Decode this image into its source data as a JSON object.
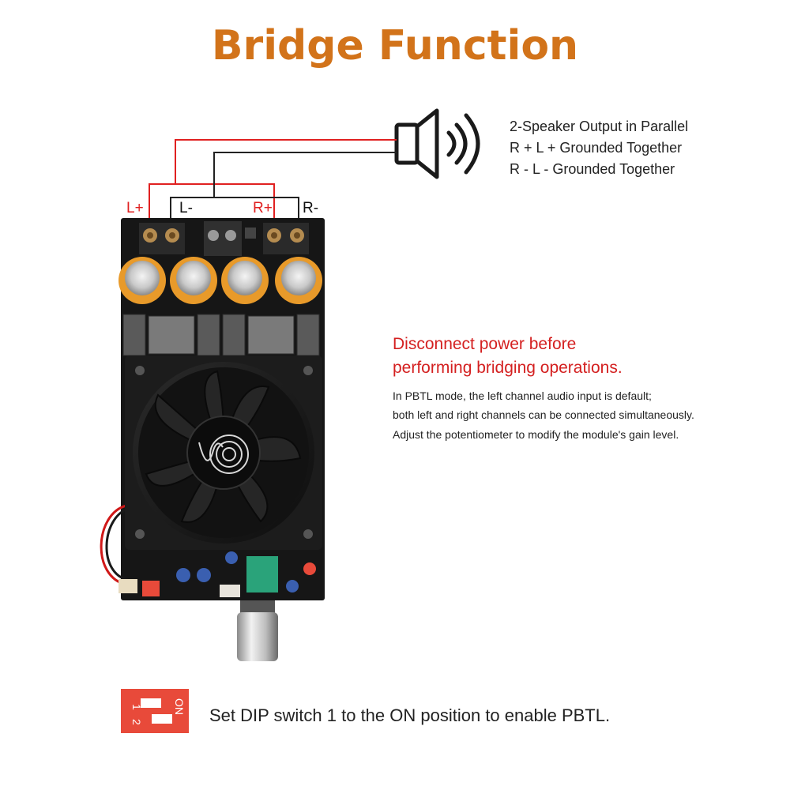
{
  "title": "Bridge Function",
  "speaker": {
    "lines": [
      "2-Speaker Output in Parallel",
      "R + L + Grounded Together",
      "R - L - Grounded Together"
    ]
  },
  "terminals": {
    "l_plus": "L+",
    "l_minus": "L-",
    "r_plus": "R+",
    "r_minus": "R-"
  },
  "warning": {
    "line1": "Disconnect power before",
    "line2": "performing bridging operations."
  },
  "notes": [
    "In PBTL mode, the left channel audio input is default;",
    "both left and right channels can be connected simultaneously.",
    "Adjust the potentiometer to modify the module's gain level."
  ],
  "dip": {
    "caption": "Set DIP switch 1 to the ON position to enable PBTL.",
    "on_label": "ON",
    "num1": "1",
    "num2": "2"
  },
  "colors": {
    "title": "#d2731a",
    "warning": "#d42020",
    "wire_red": "#e02020",
    "wire_black": "#222222",
    "terminal_red": "#e02020",
    "dip_red": "#e84a3a",
    "cap_orange": "#e89a2a",
    "pcb": "#161616"
  }
}
